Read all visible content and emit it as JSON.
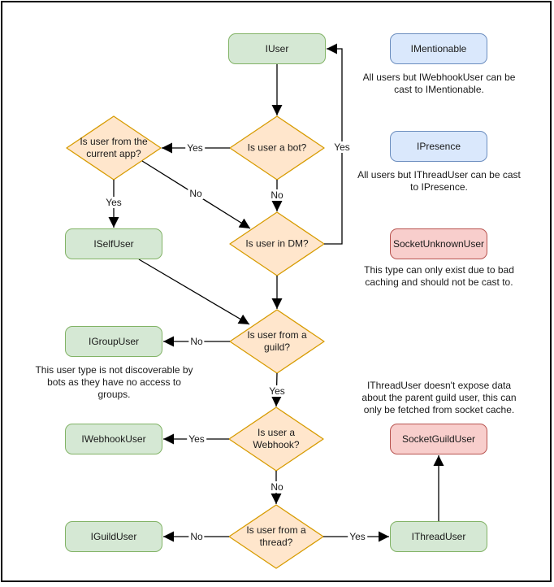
{
  "nodes": {
    "iuser": {
      "label": "IUser"
    },
    "imentionable": {
      "label": "IMentionable"
    },
    "ipresence": {
      "label": "IPresence"
    },
    "socket_unknown_user": {
      "label": "SocketUnknownUser"
    },
    "iself_user": {
      "label": "ISelfUser"
    },
    "igroup_user": {
      "label": "IGroupUser"
    },
    "iwebhook_user": {
      "label": "IWebhookUser"
    },
    "iguild_user": {
      "label": "IGuildUser"
    },
    "socket_guild_user": {
      "label": "SocketGuildUser"
    },
    "ithread_user": {
      "label": "IThreadUser"
    }
  },
  "decisions": {
    "is_bot": {
      "label": "Is user a bot?"
    },
    "is_current_app": {
      "label": "Is user from the current app?"
    },
    "is_dm": {
      "label": "Is user in DM?"
    },
    "is_guild": {
      "label": "Is user from a guild?"
    },
    "is_webhook": {
      "label": "Is user a Webhook?"
    },
    "is_thread": {
      "label": "Is user from a thread?"
    }
  },
  "edge_labels": {
    "is_bot_yes": "Yes",
    "is_bot_no": "No",
    "is_current_app_yes": "Yes",
    "is_current_app_no": "No",
    "is_dm_yes": "Yes",
    "is_guild_no": "No",
    "is_guild_yes": "Yes",
    "is_webhook_yes": "Yes",
    "is_webhook_no": "No",
    "is_thread_no": "No",
    "is_thread_yes": "Yes"
  },
  "notes": {
    "imentionable": "All users but IWebhookUser can be cast to IMentionable.",
    "ipresence": "All users but IThreadUser can be cast to IPresence.",
    "socket_unknown_user": "This type can only exist due to bad caching and should not be cast to.",
    "igroup_user": "This user type is not discoverable by bots as they have no access to groups.",
    "socket_guild_user": "IThreadUser doesn't expose data about the parent guild user, this can only be fetched from socket cache."
  },
  "colors": {
    "interface_fill": "#d5e8d4",
    "interface_border": "#82b366",
    "castable_fill": "#dae8fc",
    "castable_border": "#6c8ebf",
    "socket_fill": "#f8cecc",
    "socket_border": "#b85450",
    "decision_fill": "#ffe6cc",
    "decision_border": "#d79b00",
    "edge_color": "#000000",
    "background": "#ffffff"
  }
}
